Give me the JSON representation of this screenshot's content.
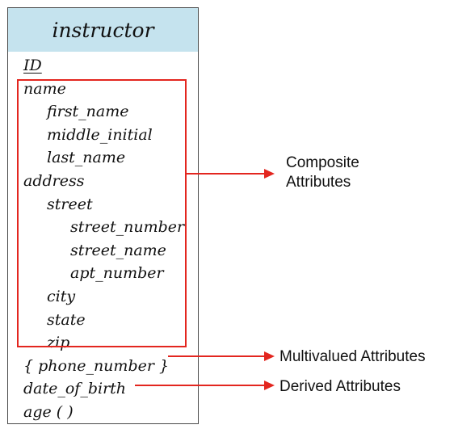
{
  "entity": {
    "name": "instructor",
    "attributes": [
      {
        "text": "ID",
        "level": 0,
        "key": true
      },
      {
        "text": "name",
        "level": 0
      },
      {
        "text": "first_name",
        "level": 1
      },
      {
        "text": "middle_initial",
        "level": 1
      },
      {
        "text": "last_name",
        "level": 1
      },
      {
        "text": "address",
        "level": 0
      },
      {
        "text": "street",
        "level": 1
      },
      {
        "text": "street_number",
        "level": 2
      },
      {
        "text": "street_name",
        "level": 2
      },
      {
        "text": "apt_number",
        "level": 2
      },
      {
        "text": "city",
        "level": 1
      },
      {
        "text": "state",
        "level": 1
      },
      {
        "text": "zip",
        "level": 1
      },
      {
        "text": "{ phone_number }",
        "level": 0
      },
      {
        "text": "date_of_birth",
        "level": 0
      },
      {
        "text": "age ( )",
        "level": 0
      }
    ]
  },
  "labels": {
    "composite_line1": "Composite",
    "composite_line2": "Attributes",
    "multivalued": "Multivalued Attributes",
    "derived": "Derived Attributes"
  },
  "colors": {
    "header_fill": "#c5e3ee",
    "highlight": "#e3261f",
    "border": "#4a4a4a"
  }
}
